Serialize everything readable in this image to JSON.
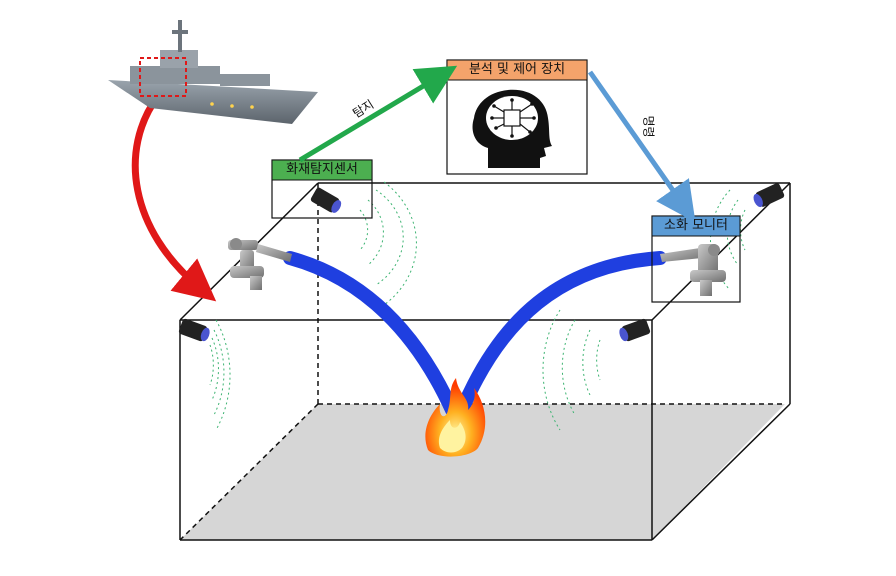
{
  "labels": {
    "sensor": "화재탐지센서",
    "controller": "분석 및 제어 장치",
    "monitor": "소화 모니터",
    "detect_arrow": "탐지",
    "command_arrow": "명령"
  },
  "colors": {
    "sensor_header": "#4caf50",
    "controller_header": "#f4a36b",
    "monitor_header": "#5b9bd5",
    "detect_arrow": "#22a84b",
    "command_arrow": "#5b9bd5",
    "ship_arrow": "#e01818",
    "water_stream": "#1f3fe0",
    "floor": "#d6d6d6",
    "wave": "#3cb371"
  },
  "icons": [
    "ship-image",
    "brain-circuit-icon",
    "camera-sensor-icon",
    "water-monitor-nozzle-icon",
    "fire-icon"
  ]
}
